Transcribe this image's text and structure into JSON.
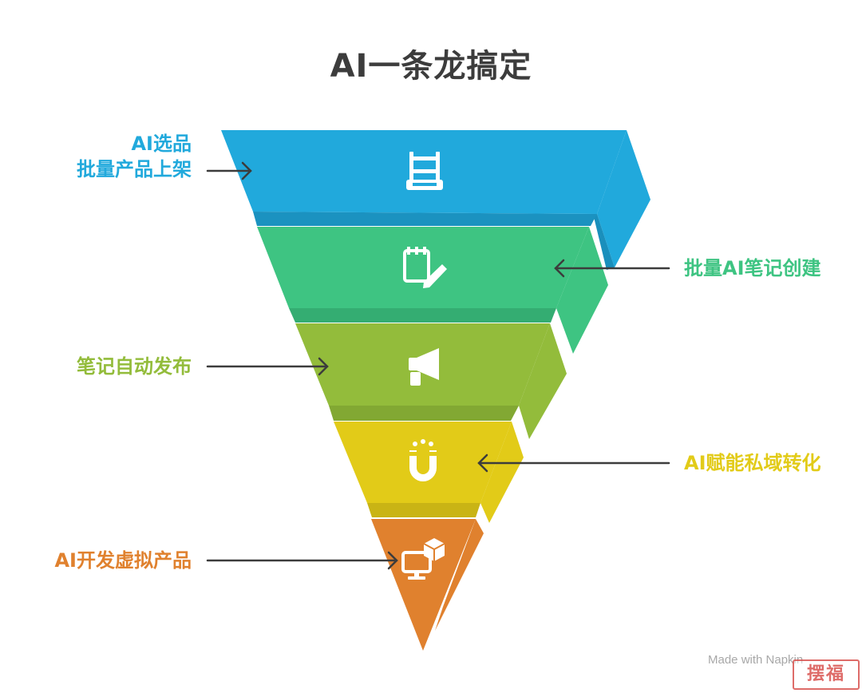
{
  "title": "AI一条龙搞定",
  "watermark": "Made with Napkin",
  "stamp": "摆福",
  "colors": {
    "blue": "#21a9dc",
    "green": "#3ec482",
    "olive": "#93bc3b",
    "yellow": "#e2cb18",
    "orange": "#e0812e",
    "arrow": "#3c3c3c"
  },
  "layers": [
    {
      "id": "layer-1",
      "lines": [
        "AI选品",
        "批量产品上架"
      ],
      "side": "left",
      "icon": "shelf-icon",
      "color": "#21a9dc"
    },
    {
      "id": "layer-2",
      "lines": [
        "批量AI笔记创建"
      ],
      "side": "right",
      "icon": "note-edit-icon",
      "color": "#3ec482"
    },
    {
      "id": "layer-3",
      "lines": [
        "笔记自动发布"
      ],
      "side": "left",
      "icon": "megaphone-icon",
      "color": "#93bc3b"
    },
    {
      "id": "layer-4",
      "lines": [
        "AI赋能私域转化"
      ],
      "side": "right",
      "icon": "magnet-icon",
      "color": "#e2cb18"
    },
    {
      "id": "layer-5",
      "lines": [
        "AI开发虚拟产品"
      ],
      "side": "left",
      "icon": "computer-cube-icon",
      "color": "#e0812e"
    }
  ]
}
